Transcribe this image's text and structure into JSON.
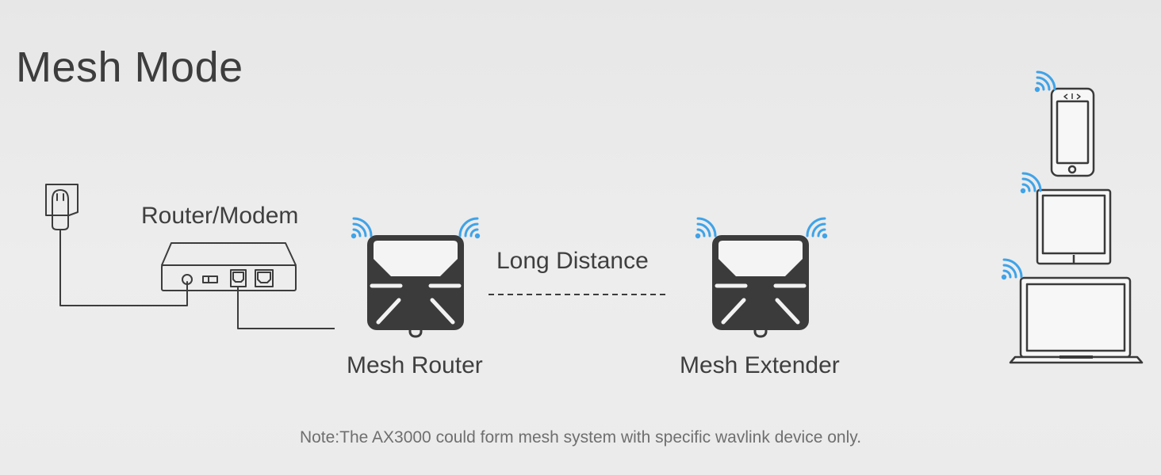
{
  "title": "Mesh Mode",
  "labels": {
    "router_modem": "Router/Modem",
    "long_distance": "Long Distance",
    "mesh_router": "Mesh Router",
    "mesh_extender": "Mesh Extender"
  },
  "note": "Note:The AX3000 could form mesh system with specific wavlink device only.",
  "colors": {
    "background": "#ebebeb",
    "wifi": "#3fa3e8",
    "device_body": "#3a3a3a",
    "device_top": "#f4f4f4",
    "line": "#3c3c3c"
  },
  "icons": [
    "wall-outlet-icon",
    "router-modem-icon",
    "mesh-router-icon",
    "mesh-extender-icon",
    "wifi-icon",
    "smartphone-icon",
    "tablet-icon",
    "laptop-icon"
  ]
}
